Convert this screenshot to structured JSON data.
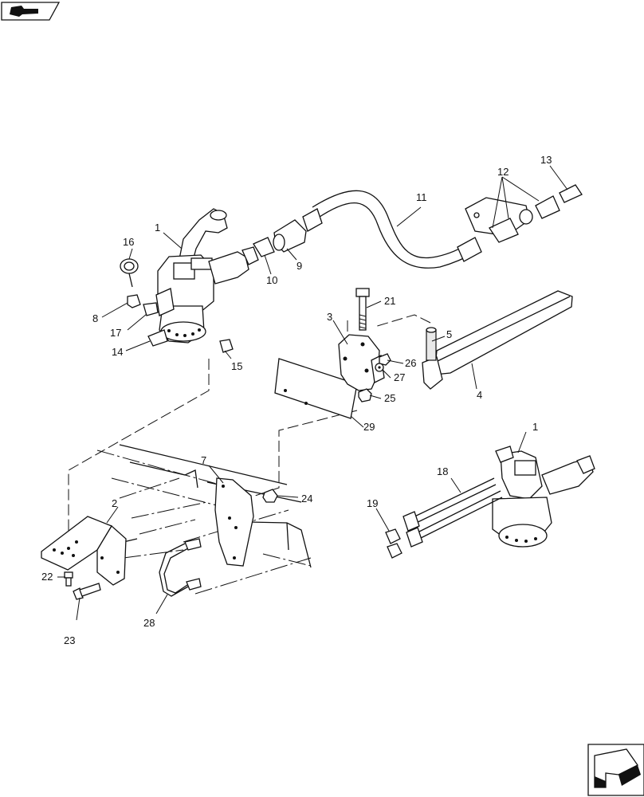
{
  "callouts": {
    "c1a": "1",
    "c1b": "1",
    "c2": "2",
    "c3": "3",
    "c4": "4",
    "c5": "5",
    "c7": "7",
    "c8": "8",
    "c9": "9",
    "c10": "10",
    "c11": "11",
    "c12": "12",
    "c13": "13",
    "c14": "14",
    "c15": "15",
    "c16": "16",
    "c17": "17",
    "c18": "18",
    "c19": "19",
    "c21": "21",
    "c22": "22",
    "c23": "23",
    "c24": "24",
    "c25": "25",
    "c26": "26",
    "c27": "27",
    "c28": "28",
    "c29": "29"
  },
  "icons": {
    "top_left": "book-arrow-icon",
    "bottom_right": "next-page-arrow-icon"
  }
}
